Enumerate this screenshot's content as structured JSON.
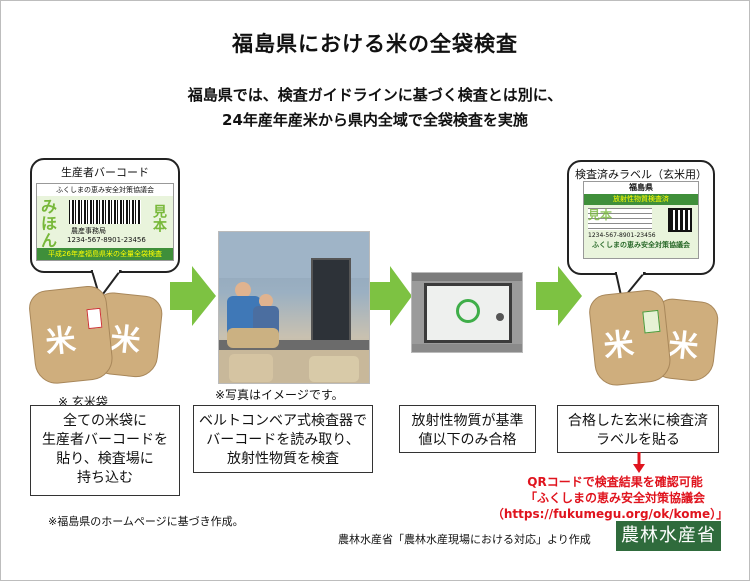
{
  "title": "福島県における米の全袋検査",
  "subtitle_line1": "福島県では、検査ガイドラインに基づく検査とは別に、",
  "subtitle_line2": "24年産年産米から県内全域で全袋検査を実施",
  "bubble_left_label": "生産者バーコード",
  "bubble_right_label": "検査済みラベル（玄米用）",
  "card_left": {
    "header": "ふくしまの恵み安全対策協議会",
    "text1": "みほん",
    "text2": "見本",
    "producer": "農産事務局",
    "number": "1234-567-8901-23456",
    "footer": "平成26年産福島県米の全量全袋検査"
  },
  "card_right": {
    "header": "福島県",
    "sub": "放射性物質検査済",
    "number": "1234-567-8901-23456",
    "footer": "ふくしまの恵み安全対策協議会",
    "stamp": "見本"
  },
  "bag_text": "米",
  "bag_caption": "※ 玄米袋",
  "photo_caption": "※写真はイメージです。",
  "steps": [
    {
      "line1": "全ての米袋に",
      "line2": "生産者バーコードを",
      "line3": "貼り、検査場に",
      "line4": "持ち込む"
    },
    {
      "line1": "ベルトコンベア式検査器で",
      "line2": "バーコードを読み取り、",
      "line3": "放射性物質を検査"
    },
    {
      "line1": "放射性物質が基準",
      "line2": "値以下のみ合格"
    },
    {
      "line1": "合格した玄米に検査済",
      "line2": "ラベルを貼る"
    }
  ],
  "qr_note_line1": "QRコードで検査結果を確認可能",
  "qr_note_line2": "「ふくしまの恵み安全対策協議会",
  "qr_note_line3": "（https://fukumegu.org/ok/kome）」",
  "footnote": "※福島県のホームページに基づき作成。",
  "source": "農林水産省「農林水産現場における対応」より作成",
  "logo": "農林水産省",
  "colors": {
    "arrow": "#7dc242",
    "note": "#e0141e",
    "logo_bg": "#2f6b3c"
  }
}
